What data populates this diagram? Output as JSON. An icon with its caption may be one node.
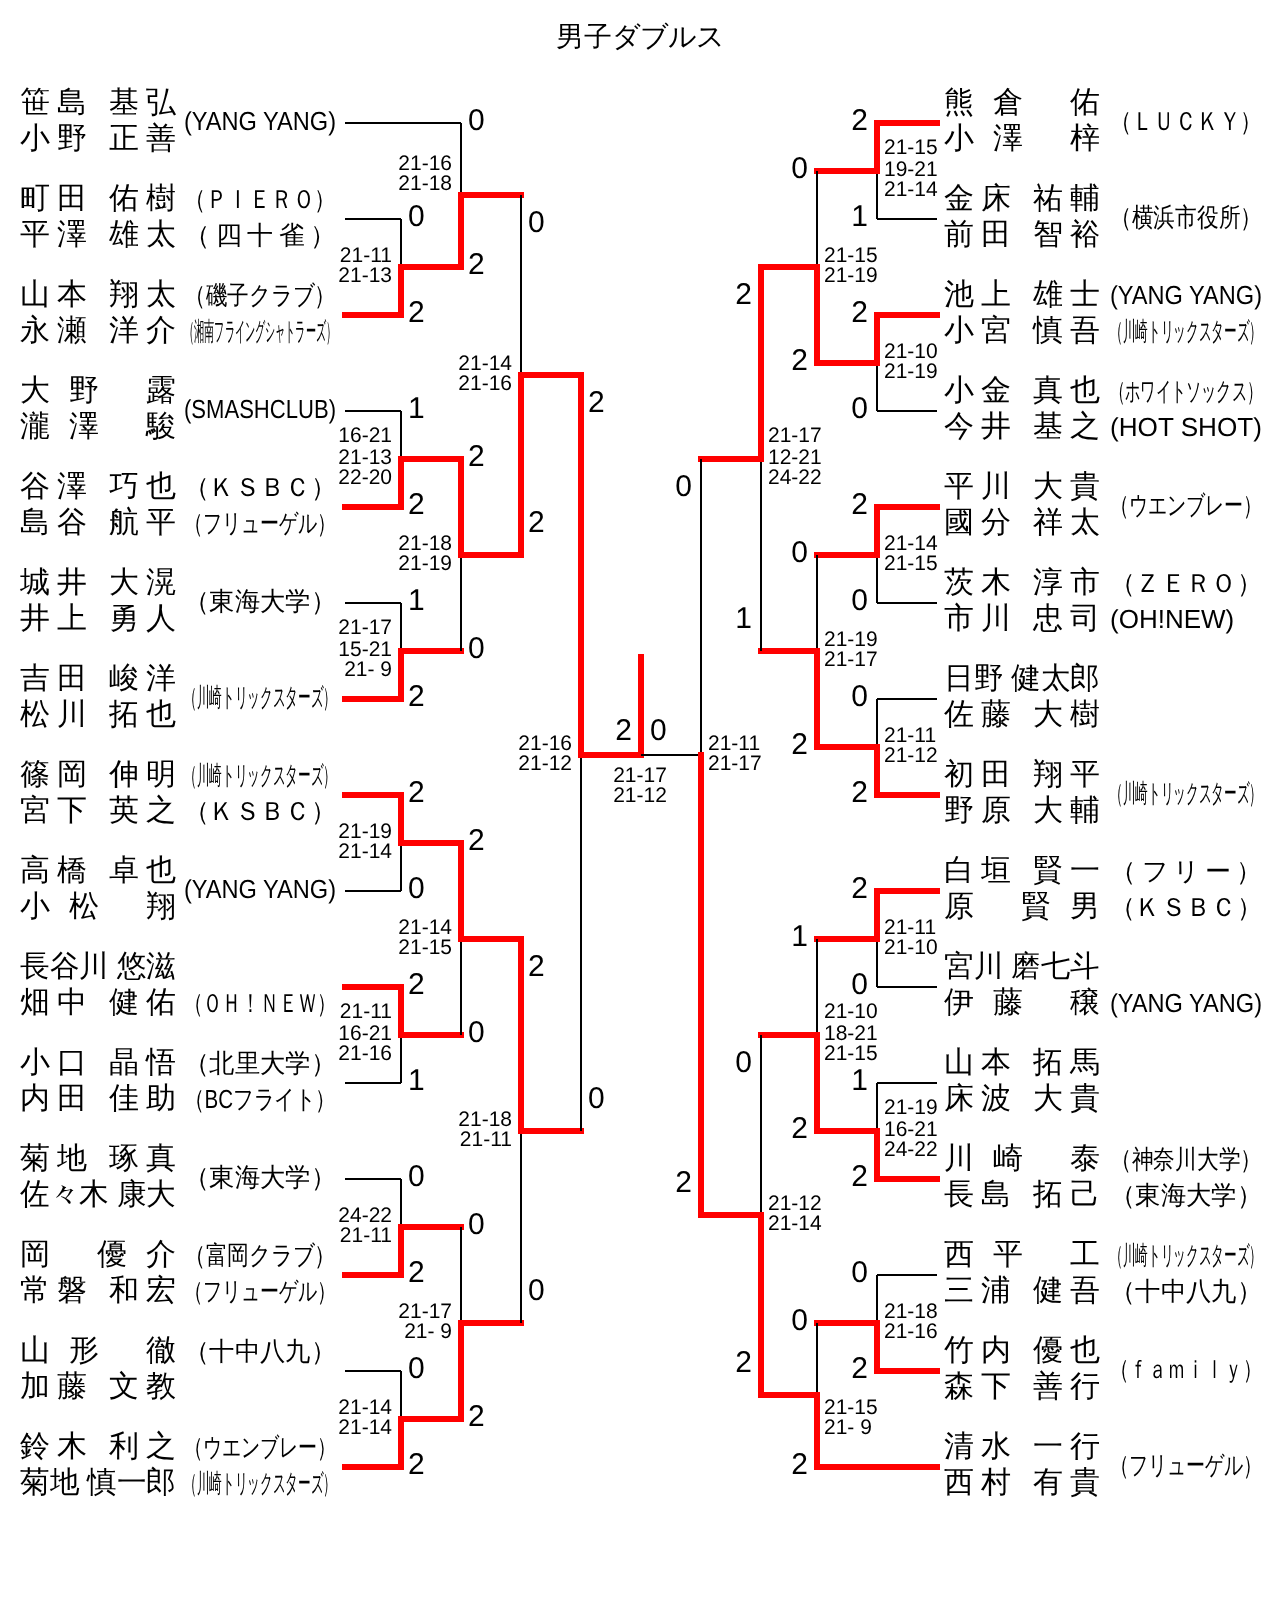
{
  "diagram": {
    "title": "男子ダブルス",
    "labels": [
      "笹島 基弘",
      "小野 正善",
      "(YANG YANG)",
      "町田 佑樹",
      "（ＰＩＥＲＯ）",
      "平澤 雄太",
      "（四十雀）",
      "山本 翔太",
      "（磯子クラブ）",
      "永瀬 洋介",
      "（湘南フライングシャトラーズ）",
      "大野 露",
      "瀧澤 駿",
      "(SMASHCLUB)",
      "谷澤 巧也",
      "（ＫＳＢＣ）",
      "島谷 航平",
      "（フリューゲル）",
      "城井 大滉",
      "井上 勇人",
      "（東海大学）",
      "吉田 峻洋",
      "松川 拓也",
      "（川崎トリックスターズ）",
      "篠岡 伸明",
      "（川崎トリックスターズ）",
      "宮下 英之",
      "（ＫＳＢＣ）",
      "高橋 卓也",
      "小松 翔",
      "(YANG YANG)",
      "長谷川 悠滋",
      "畑中 健佑",
      "（ＯＨ！ＮＥＷ）",
      "小口 晶悟",
      "（北里大学）",
      "内田 佳助",
      "（BCフライト）",
      "菊地 琢真",
      "佐々木 康大",
      "（東海大学）",
      "岡 優介",
      "（富岡クラブ）",
      "常磐 和宏",
      "（フリューゲル）",
      "山形 徹",
      "（十中八九）",
      "加藤 文教",
      "鈴木 利之",
      "（ウエンブレー）",
      "菊地 慎一郎",
      "（川崎トリックスターズ）",
      "0",
      "21-11",
      "21-13",
      "2",
      "1",
      "16-21",
      "21-13",
      "22-20",
      "2",
      "1",
      "21-17",
      "15-21",
      "21- 9",
      "2",
      "2",
      "21-19",
      "21-14",
      "0",
      "2",
      "21-11",
      "16-21",
      "21-16",
      "1",
      "0",
      "24-22",
      "21-11",
      "2",
      "0",
      "21-14",
      "21-14",
      "2",
      "0",
      "21-16",
      "21-18",
      "2",
      "2",
      "21-18",
      "21-19",
      "0",
      "2",
      "21-14",
      "21-15",
      "0",
      "0",
      "21-17",
      "21- 9",
      "2",
      "0",
      "21-14",
      "21-16",
      "2",
      "2",
      "21-18",
      "21-11",
      "0",
      "2",
      "21-16",
      "21-12",
      "0",
      "2",
      "0",
      "21-17",
      "21-12",
      "2",
      "21-15",
      "19-21",
      "21-14",
      "1",
      "2",
      "21-10",
      "21-19",
      "0",
      "2",
      "21-14",
      "21-15",
      "0",
      "0",
      "21-11",
      "21-12",
      "2",
      "2",
      "21-11",
      "21-10",
      "0",
      "1",
      "21-19",
      "16-21",
      "24-22",
      "2",
      "0",
      "21-18",
      "21-16",
      "2",
      "0",
      "21-15",
      "21-19",
      "2",
      "0",
      "21-19",
      "21-17",
      "2",
      "1",
      "21-10",
      "18-21",
      "21-15",
      "2",
      "0",
      "21-15",
      "21- 9",
      "2",
      "2",
      "21-17",
      "12-21",
      "24-22",
      "1",
      "0",
      "21-12",
      "21-14",
      "2",
      "0",
      "21-11",
      "21-17",
      "2",
      "熊倉 佑",
      "小澤 梓",
      "（ＬＵＣＫＹ）",
      "金床 祐輔",
      "前田 智裕",
      "（横浜市役所）",
      "池上 雄士",
      "(YANG YANG)",
      "小宮 慎吾",
      "（川崎トリックスターズ）",
      "小金 真也",
      "（ホワイトソックス）",
      "今井 基之",
      "(HOT SHOT)",
      "平川 大貴",
      "國分 祥太",
      "（ウエンブレー）",
      "茨木 淳市",
      "（ＺＥＲＯ）",
      "市川 忠司",
      "(OH!NEW)",
      "日野 健太郎",
      "佐藤 大樹",
      "初田 翔平",
      "野原 大輔",
      "（川崎トリックスターズ）",
      "白垣 賢一",
      "（フリー）",
      "原 賢男",
      "（ＫＳＢＣ）",
      "宮川 磨七斗",
      "伊藤 穣",
      "(YANG YANG)",
      "山本 拓馬",
      "床波 大貴",
      "川崎 泰",
      "（神奈川大学）",
      "長島 拓己",
      "（東海大学）",
      "西平 工",
      "（川崎トリックスターズ）",
      "三浦 健吾",
      "（十中八九）",
      "竹内 優也",
      "森下 善行",
      "（ｆａｍｉｌｙ）",
      "清水 一行",
      "西村 有貴",
      "（フリューゲル）"
    ]
  }
}
